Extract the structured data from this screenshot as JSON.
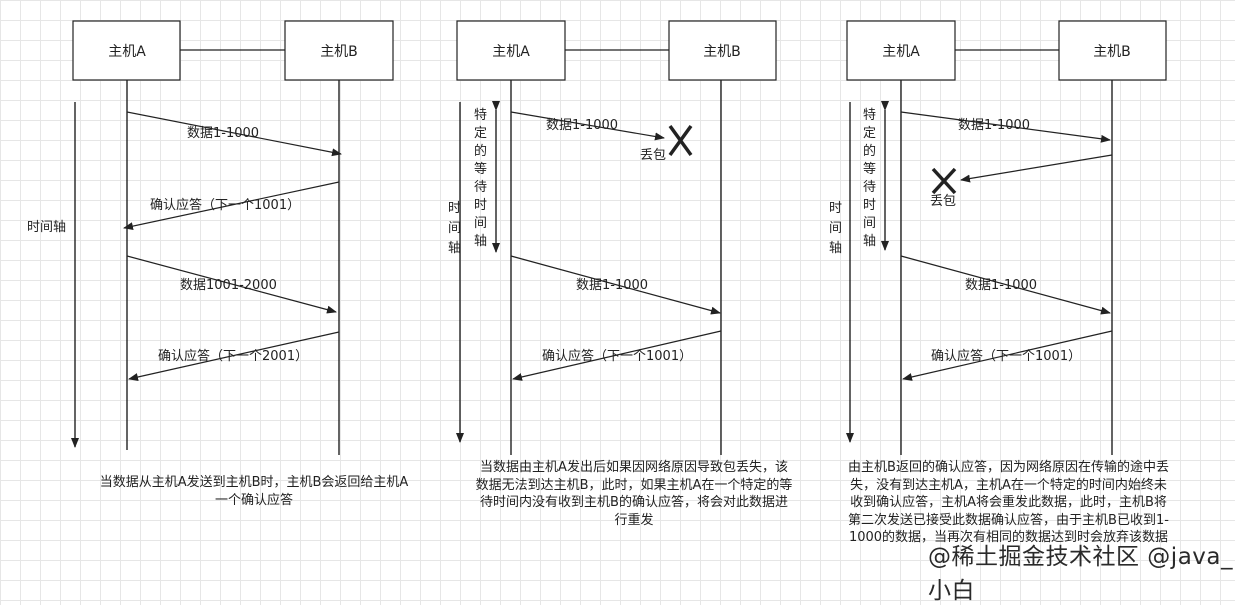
{
  "panels": [
    {
      "host_a": "主机A",
      "host_b": "主机B",
      "axis_label": "时间轴",
      "messages": [
        {
          "label": "数据1-1000"
        },
        {
          "label": "确认应答（下一个1001）"
        },
        {
          "label": "数据1001-2000"
        },
        {
          "label": "确认应答（下一个2001）"
        }
      ],
      "caption": "当数据从主机A发送到主机B时，主机B会返回给主机A一个确认应答"
    },
    {
      "host_a": "主机A",
      "host_b": "主机B",
      "axis_label": "时间轴",
      "wait_label": "特定的等待时间",
      "lost_label": "丢包",
      "messages": [
        {
          "label": "数据1-1000"
        },
        {
          "label": "数据1-1000"
        },
        {
          "label": "确认应答（下一个1001）"
        }
      ],
      "caption": "当数据由主机A发出后如果因网络原因导致包丢失，该数据无法到达主机B，此时，如果主机A在一个特定的等待时间内没有收到主机B的确认应答，将会对此数据进行重发"
    },
    {
      "host_a": "主机A",
      "host_b": "主机B",
      "axis_label": "时间轴",
      "wait_label": "特定的等待时间",
      "lost_label": "丢包",
      "messages": [
        {
          "label": "数据1-1000"
        },
        {
          "label": "数据1-1000"
        },
        {
          "label": "确认应答（下一个1001）"
        }
      ],
      "caption": "由主机B返回的确认应答，因为网络原因在传输的途中丢失，没有到达主机A，主机A在一个特定的时间内始终未收到确认应答，主机A将会重发此数据，此时，主机B将第二次发送已接受此数据确认应答，由于主机B已收到1-1000的数据，当再次有相同的数据达到时会放弃该数据"
    }
  ],
  "watermark": "@稀土掘金技术社区 @java_小白"
}
